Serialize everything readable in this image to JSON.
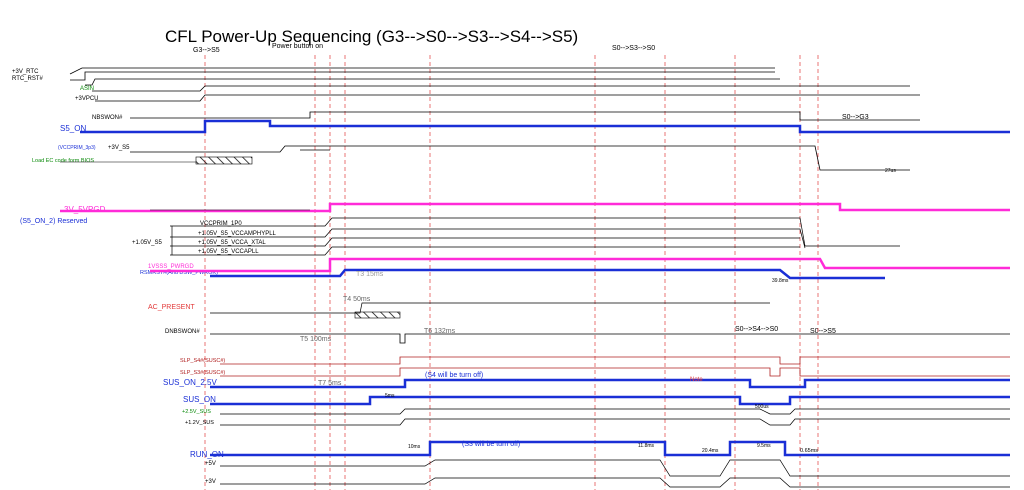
{
  "title": "CFL Power-Up Sequencing (G3-->S0-->S3-->S4-->S5)",
  "phases": {
    "g3_s5": "G3-->S5",
    "power_btn": "Power button on",
    "s0_s3_s0": "S0-->S3-->S0",
    "s0_g3": "S0-->G3",
    "s0_s4_s0": "S0-->S4-->S0",
    "s0_s5": "S0-->S5"
  },
  "signals": {
    "rtc": "+3V_RTC",
    "rtc_rst": "RTC_RST#",
    "asin": "ASIN",
    "vpcu": "+3VPCU",
    "nbswon": "NBSWON#",
    "s5_on": "S5_ON",
    "v3_s5": "+3V_S5",
    "vccprim": "(VCCPRIM_3p3)",
    "load_ec": "Load EC code form BIOS",
    "v3_5vpgd": "3V_5VPGD",
    "s5_on_2": "(S5_ON_2) Reserved",
    "vccprim_1p0": "VCCPRIM_1P0",
    "camphypll": "+1.05V_S5_VCCAMPHYPLL",
    "vcca_xtal": "+1.05V_S5_VCCA_XTAL",
    "vccapll": "+1.05V_S5_VCCAPLL",
    "v105_s5": "+1.05V_S5",
    "vs5_pwrgd": "1VSSS_PWRGD",
    "rsmrst": "RSMRST#(And DSW_PWROK)",
    "ac_present": "AC_PRESENT",
    "dnbswon": "DNBSWON#",
    "slp_s4": "SLP_S4#(SUSC#)",
    "slp_s3": "SLP_S3#(SUSC#)",
    "sus_on_25": "SUS_ON_2.5V",
    "sus_on": "SUS_ON",
    "v25_sus": "+2.5V_SUS",
    "v12_sus": "+1.2V_SUS",
    "run_on": "RUN_ON",
    "v5": "+5V",
    "v3": "+3V"
  },
  "timings": {
    "t3": "T3 15ms",
    "t4": "T4 50ms",
    "t5": "T5 100ms",
    "t6": "T6 132ms",
    "t7": "T7 5ms",
    "s4_off": "(S4 will be turn off)",
    "s3_off": "(S3 will be turn off)",
    "note": "Note",
    "ms_038": "0.65ms",
    "ms_27": "27us",
    "ms_39": "39.8ms",
    "ms_300": "500us",
    "ms_118": "11.8ms",
    "ms_204": "20.4ms",
    "ms_95": "9.5ms",
    "ms_10": "10ms",
    "ms_5": "5ms"
  },
  "colors": {
    "blue": "#1a2fd6",
    "magenta": "#ff2bd8",
    "red_dash": "#e23a3a",
    "green": "#0a8a0a",
    "darkred": "#b02020"
  }
}
